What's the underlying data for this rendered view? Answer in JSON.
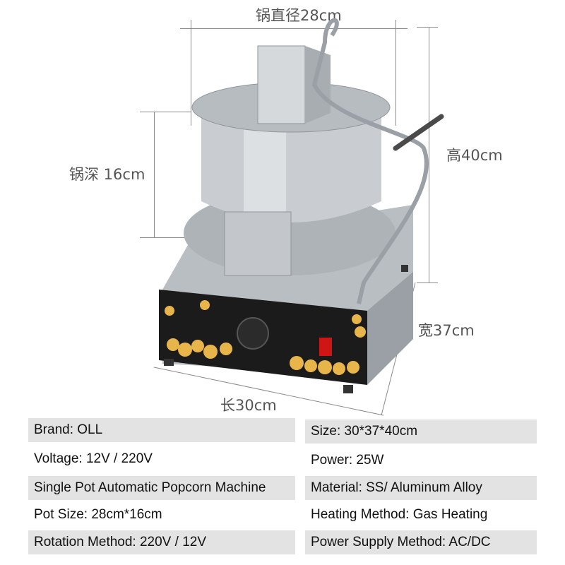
{
  "dimensions": {
    "pot_diameter": "锅直径28cm",
    "pot_depth": "锅深 16cm",
    "height": "高40cm",
    "width": "宽37cm",
    "length": "长30cm"
  },
  "panel_text": {
    "title_cn": "新款燃气单锅爆米花机",
    "title_en": "NEW GAS SINGLE POT POPCORN MACHINE"
  },
  "specs": {
    "left": [
      "Brand: OLL",
      "Voltage: 12V / 220V",
      "Single Pot Automatic Popcorn Machine",
      "Pot Size: 28cm*16cm",
      "Rotation Method: 220V / 12V"
    ],
    "right": [
      "Size: 30*37*40cm",
      "Power: 25W",
      "Material: SS/ Aluminum Alloy",
      "Heating Method: Gas Heating",
      "Power Supply Method: AC/DC"
    ]
  },
  "colors": {
    "steel": "#c9cdd1",
    "steel_dark": "#8f959b",
    "panel": "#1a1a1a",
    "popcorn": "#e7b54a",
    "switch": "#d01515"
  }
}
